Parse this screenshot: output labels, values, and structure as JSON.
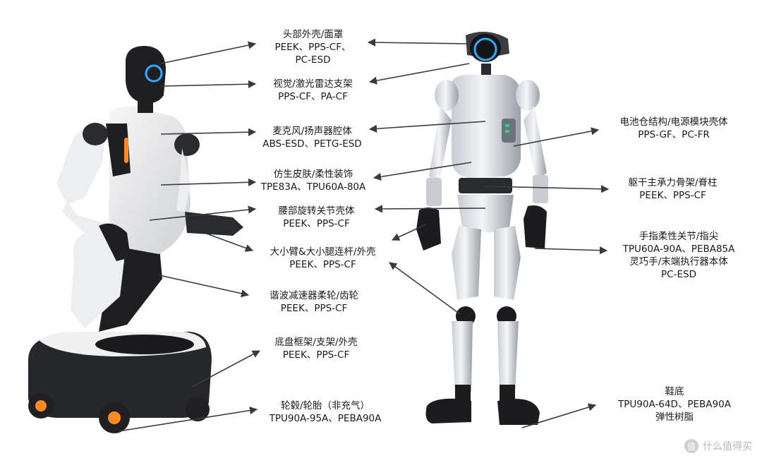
{
  "labels": [
    {
      "id": "head",
      "lines": [
        "头部外壳/面罩",
        "PEEK、PPS-CF、",
        "PC-ESD"
      ]
    },
    {
      "id": "vision",
      "lines": [
        "视觉/激光雷达支架",
        "PPS-CF、PA-CF"
      ]
    },
    {
      "id": "mic",
      "lines": [
        "麦克风/扬声器腔体",
        "ABS-ESD、PETG-ESD"
      ]
    },
    {
      "id": "skin",
      "lines": [
        "仿生皮肤/柔性装饰",
        "TPE83A、TPU60A-80A"
      ]
    },
    {
      "id": "waist",
      "lines": [
        "腰部旋转关节壳体",
        "PEEK、PPS-CF"
      ]
    },
    {
      "id": "arm",
      "lines": [
        "大小臂&大小腿连杆/外壳",
        "PEEK、PPS-CF"
      ]
    },
    {
      "id": "gear",
      "lines": [
        "谐波减速器柔轮/齿轮",
        "PEEK、PPS-CF"
      ]
    },
    {
      "id": "chassis",
      "lines": [
        "底盘框架/支架/外壳",
        "PEEK、PPS-CF"
      ]
    },
    {
      "id": "wheel",
      "lines": [
        "轮毂/轮胎（非充气）",
        "TPU90A-95A、PEBA90A"
      ]
    },
    {
      "id": "battery",
      "lines": [
        "电池仓结构/电源模块壳体",
        "PPS-GF、PC-FR"
      ]
    },
    {
      "id": "torso",
      "lines": [
        "躯干主承力骨架/脊柱",
        "PEEK、PPS-CF"
      ]
    },
    {
      "id": "hand",
      "lines": [
        "手指柔性关节/指尖",
        "TPU60A-90A、PEBA85A",
        "灵巧手/末端执行器本体",
        "PC-ESD"
      ]
    },
    {
      "id": "sole",
      "lines": [
        "鞋底",
        "TPU90A-64D、PEBA90A",
        "弹性树脂"
      ]
    }
  ],
  "watermark": {
    "text": "什么值得买",
    "icon": "zhi-badge-icon",
    "badge_char": "值"
  },
  "colors": {
    "arrow": "#3a3a3a",
    "text": "#1a1a1a",
    "accent_blue": "#2fa8ff",
    "accent_orange": "#ff8a1f",
    "robot_white": "#eceef0",
    "robot_dark": "#1f1f22"
  }
}
